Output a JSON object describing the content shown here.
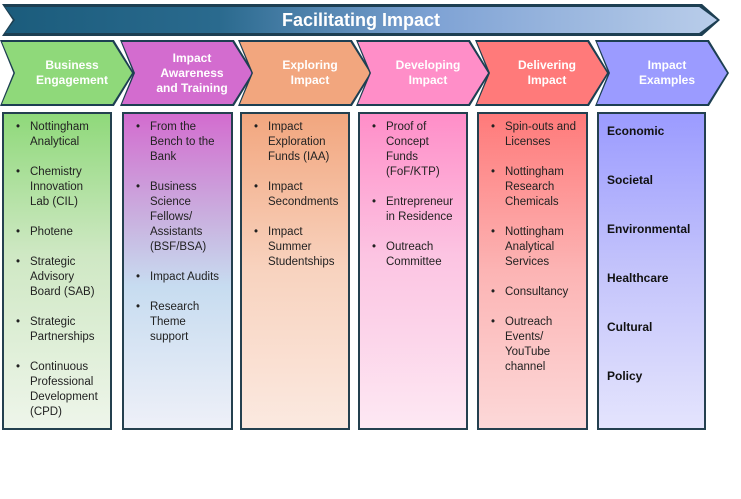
{
  "title": "Facilitating Impact",
  "stages": [
    {
      "label": "Business Engagement",
      "items": [
        "Nottingham Analytical",
        "Chemistry Innovation Lab (CIL)",
        "Photene",
        "Strategic Advisory Board (SAB)",
        "Strategic Partnerships",
        "Continuous Professional Development (CPD)"
      ]
    },
    {
      "label": "Impact Awareness and Training",
      "items": [
        "From the Bench to the Bank",
        "Business Science Fellows/ Assistants (BSF/BSA)",
        "Impact Audits",
        "Research Theme support"
      ]
    },
    {
      "label": "Exploring Impact",
      "items": [
        "Impact Exploration Funds (IAA)",
        "Impact Secondments",
        "Impact Summer Studentships"
      ]
    },
    {
      "label": "Developing Impact",
      "items": [
        "Proof of Concept Funds (FoF/KTP)",
        "Entrepreneur in Residence",
        "Outreach Committee"
      ]
    },
    {
      "label": "Delivering Impact",
      "items": [
        "Spin-outs and Licenses",
        "Nottingham Research Chemicals",
        "Nottingham Analytical Services",
        "Consultancy",
        "Outreach Events/ YouTube channel"
      ]
    },
    {
      "label": "Impact Examples",
      "items": [
        "Economic",
        "Societal",
        "Environmental",
        "Healthcare",
        "Cultural",
        "Policy"
      ]
    }
  ],
  "colors": {
    "chevrons": [
      "#8fd97a",
      "#d36ccf",
      "#f2a67e",
      "#ff8ec8",
      "#ff7a7a",
      "#9b9bff"
    ]
  }
}
